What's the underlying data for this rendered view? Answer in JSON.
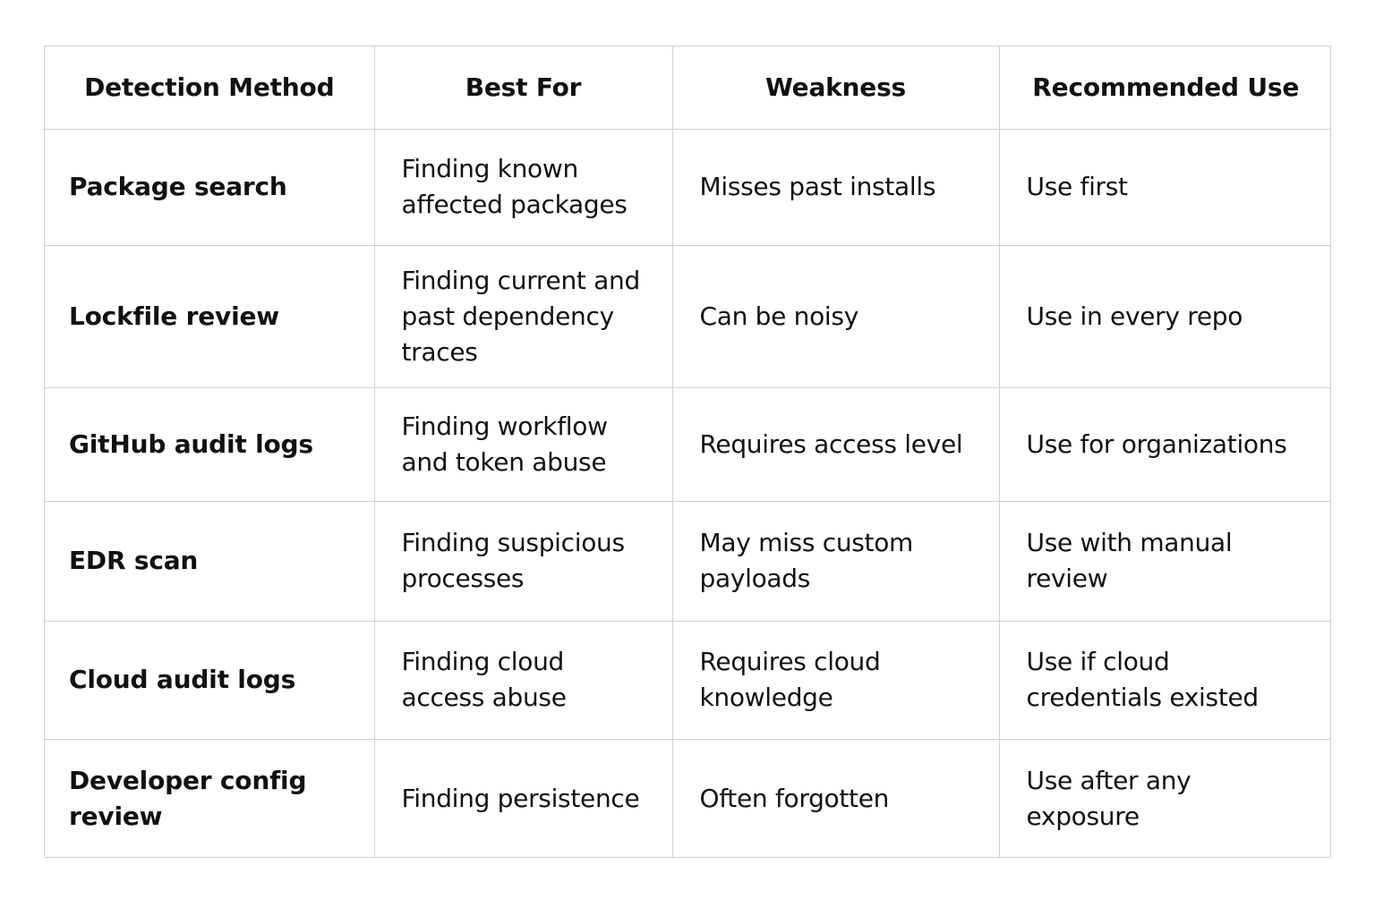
{
  "table": {
    "headers": [
      "Detection Method",
      "Best For",
      "Weakness",
      "Recommended Use"
    ],
    "rows": [
      {
        "method": "Package search",
        "best_for": "Finding known affected packages",
        "weakness": "Misses past installs",
        "recommended_use": "Use first"
      },
      {
        "method": "Lockfile review",
        "best_for": "Finding current and past dependency traces",
        "weakness": "Can be noisy",
        "recommended_use": "Use in every repo"
      },
      {
        "method": "GitHub audit logs",
        "best_for": "Finding workflow and token abuse",
        "weakness": "Requires access level",
        "recommended_use": "Use for organizations"
      },
      {
        "method": "EDR scan",
        "best_for": "Finding suspicious processes",
        "weakness": "May miss custom payloads",
        "recommended_use": "Use with manual review"
      },
      {
        "method": "Cloud audit logs",
        "best_for": "Finding cloud access abuse",
        "weakness": "Requires cloud knowledge",
        "recommended_use": "Use if cloud credentials existed"
      },
      {
        "method": "Developer config review",
        "best_for": "Finding persistence",
        "weakness": "Often forgotten",
        "recommended_use": "Use after any exposure"
      }
    ]
  }
}
